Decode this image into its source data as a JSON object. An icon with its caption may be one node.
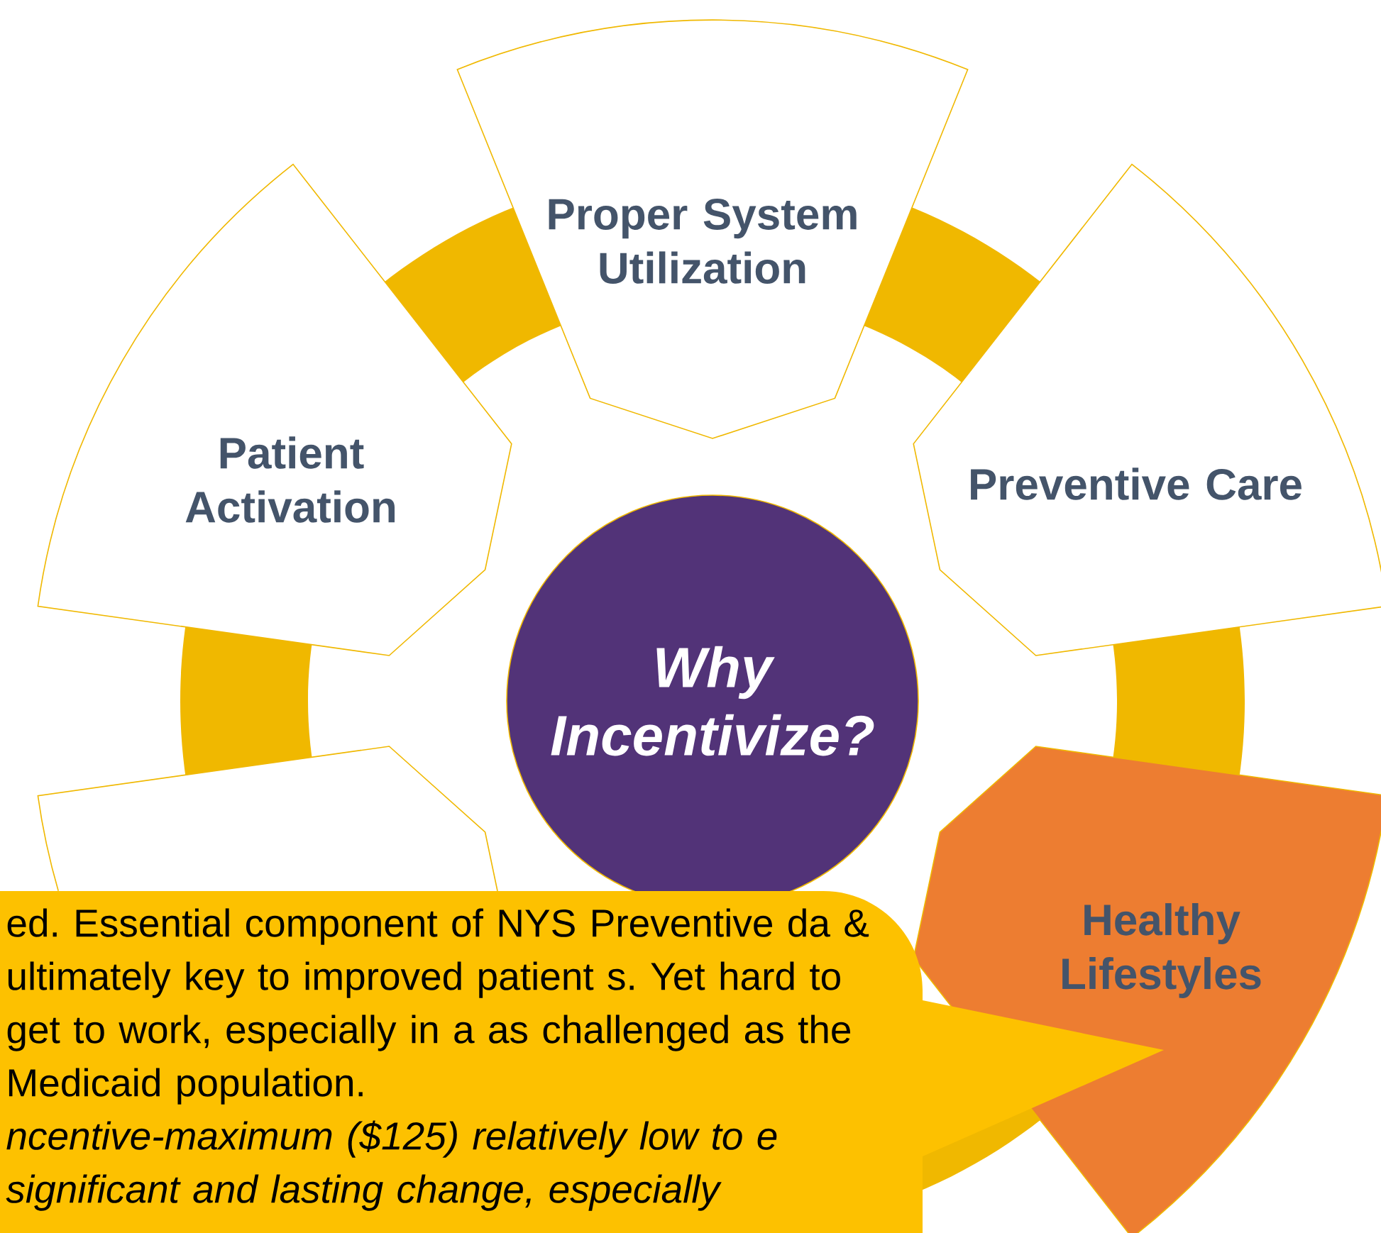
{
  "diagram": {
    "nodes": [
      {
        "text": [
          "Why Incentivize?"
        ]
      },
      {
        "text": [
          "Proper System Utilization"
        ]
      },
      {
        "text": [
          "Preventive Care"
        ]
      },
      {
        "text": [
          "Healthy Lifestyles"
        ]
      },
      {
        "text": [],
        "shape": "box"
      },
      {
        "text": [
          "Patient Activation"
        ]
      },
      {
        "text": [
          "ed. Essential component of NYS Preventive da & ultimately key to improved patient s. Yet hard to get to work, especially in a as challenged as the Medicaid population.",
          "ncentive-maximum ($125) relatively low to e significant and lasting change, especially"
        ]
      }
    ]
  }
}
